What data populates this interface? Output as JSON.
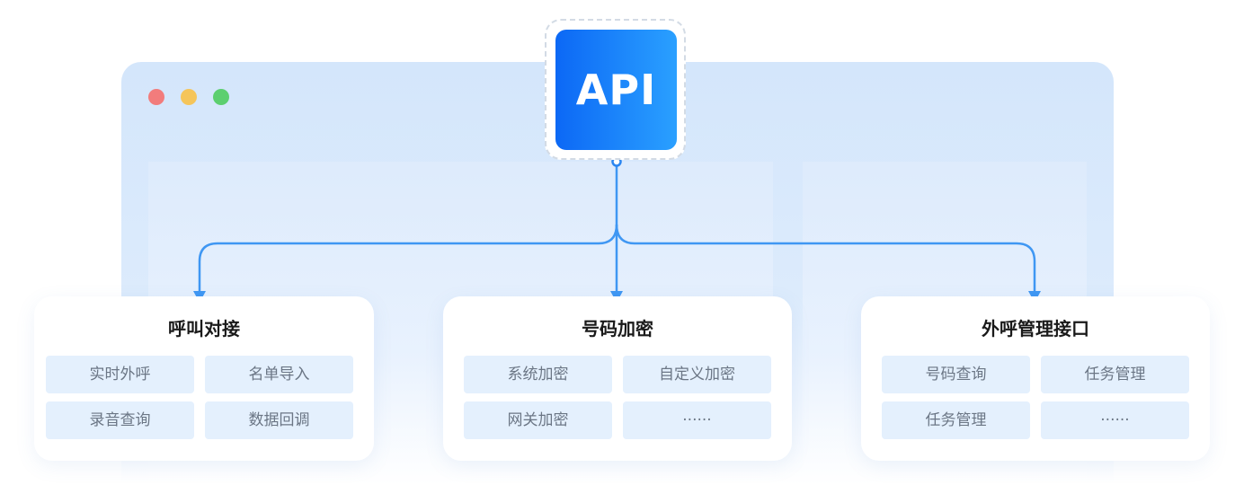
{
  "api": {
    "label": "API"
  },
  "colors": {
    "accent_start": "#0c68f5",
    "accent_end": "#2aa0ff",
    "connector": "#3f97f3",
    "chip_bg": "#e4f0fd",
    "window_bg": "#d4e6fb"
  },
  "window": {
    "dots": [
      "red",
      "yellow",
      "green"
    ]
  },
  "cards": [
    {
      "title": "呼叫对接",
      "items": [
        "实时外呼",
        "名单导入",
        "录音查询",
        "数据回调"
      ]
    },
    {
      "title": "号码加密",
      "items": [
        "系统加密",
        "自定义加密",
        "网关加密",
        "······"
      ]
    },
    {
      "title": "外呼管理接口",
      "items": [
        "号码查询",
        "任务管理",
        "任务管理",
        "······"
      ]
    }
  ]
}
